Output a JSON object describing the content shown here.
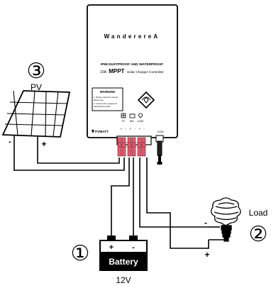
{
  "controller": {
    "brand": "WanderereA",
    "rating_line": "IP68 DUSTPROOF AND WATERPROOF",
    "model_prefix": "15A",
    "model_main": "MPPT",
    "model_suffix": "Solar Charger Controller",
    "warning_title": "WARNING",
    "warning_line1": "1. Please read the manual",
    "warning_line2": "before use.",
    "warning_line3": "2. Connect the equipment",
    "warning_line4": "following the order.",
    "cert_mark": "RCM",
    "port_label_pv_batt": "PV/BATT",
    "port_label_com": "COM",
    "terminal_icons": [
      "PV",
      "BAT",
      "LOAD"
    ],
    "terminal_polarity": [
      "+",
      "-",
      "+",
      "-",
      "+",
      "-"
    ]
  },
  "pv": {
    "number": "③",
    "label": "PV",
    "minus": "-",
    "plus": "+"
  },
  "load": {
    "number": "②",
    "label": "Load",
    "minus": "-",
    "plus": "+"
  },
  "battery": {
    "number": "①",
    "label": "Battery",
    "voltage": "12V",
    "plus": "+",
    "minus": "-"
  },
  "colors": {
    "line": "#000000",
    "terminal": "#e05a6e",
    "background": "#ffffff"
  }
}
